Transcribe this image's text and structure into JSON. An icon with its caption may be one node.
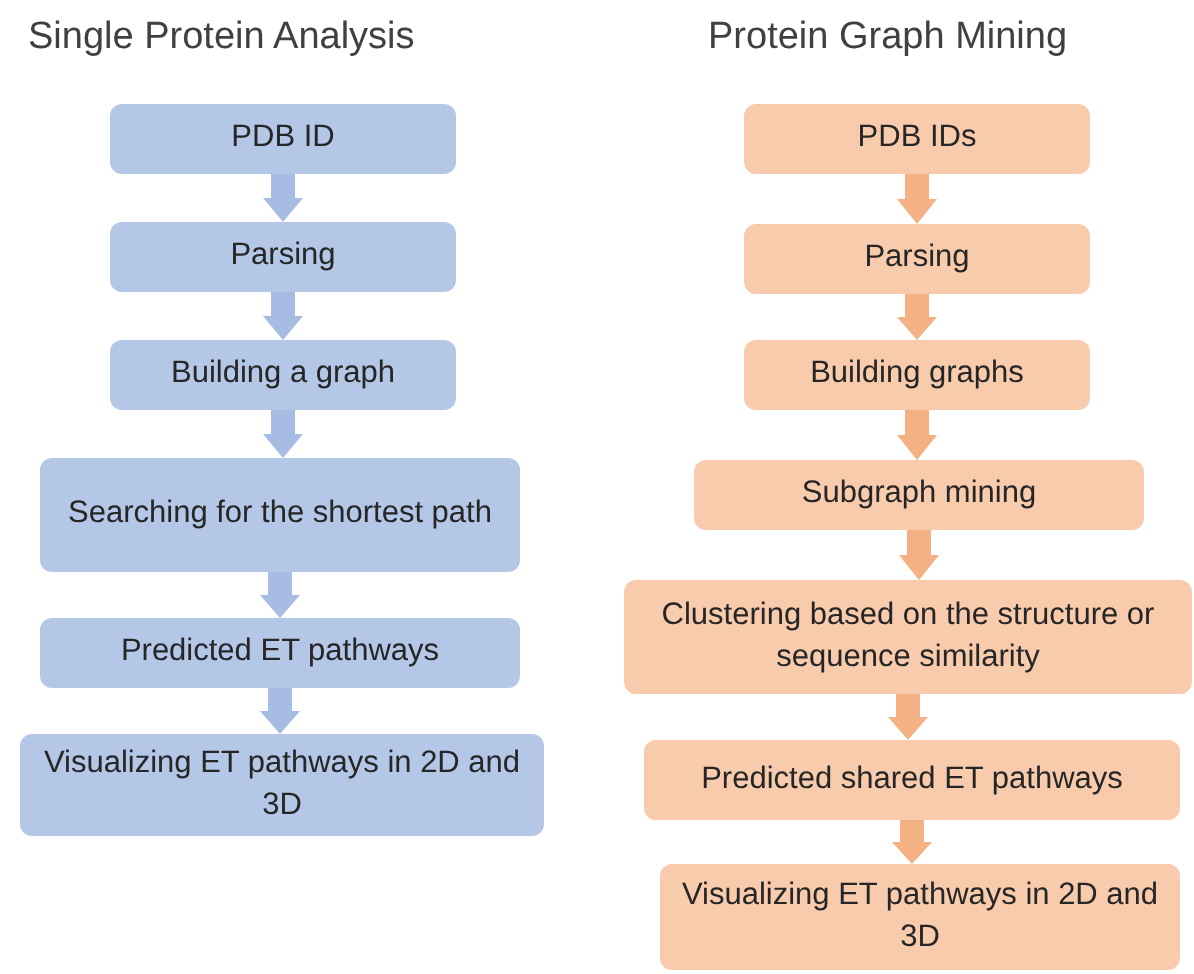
{
  "diagram": {
    "nodes": [
      {
        "text": [
          "PDB ID"
        ]
      },
      {
        "text": [
          "Parsing"
        ]
      },
      {
        "text": [
          "Building a graph"
        ]
      },
      {
        "text": [
          "Searching for the shortest path"
        ]
      },
      {
        "text": [
          "Predicted ET pathways"
        ]
      },
      {
        "text": [
          "Visualizing ET pathways in 2D and 3D"
        ]
      },
      {
        "text": [
          "PDB IDs"
        ]
      },
      {
        "text": [
          "Parsing"
        ]
      },
      {
        "text": [
          "Building graphs"
        ]
      },
      {
        "text": [
          "Subgraph mining"
        ]
      },
      {
        "text": [
          "Clustering based on the structure or sequence similarity"
        ]
      },
      {
        "text": [
          "Predicted shared ET pathways"
        ]
      },
      {
        "text": [
          "Visualizing ET pathways in 2D and 3D"
        ]
      }
    ],
    "edges": [
      {
        "from": 0,
        "to": 1,
        "arrow": "to",
        "color": "#a6bce3"
      },
      {
        "from": 1,
        "to": 2,
        "arrow": "to",
        "color": "#a6bce3"
      },
      {
        "from": 2,
        "to": 3,
        "arrow": "to",
        "color": "#a6bce3"
      },
      {
        "from": 3,
        "to": 4,
        "arrow": "to",
        "color": "#a6bce3"
      },
      {
        "from": 4,
        "to": 5,
        "arrow": "to",
        "color": "#a6bce3"
      },
      {
        "from": 6,
        "to": 7,
        "arrow": "to"
      },
      {
        "from": 7,
        "to": 8,
        "arrow": "to"
      },
      {
        "from": 8,
        "to": 9,
        "arrow": "to"
      },
      {
        "from": 9,
        "to": 10,
        "arrow": "to"
      },
      {
        "from": 10,
        "to": 11,
        "arrow": "to"
      },
      {
        "from": 11,
        "to": 12,
        "arrow": "to"
      }
    ],
    "labels": [
      "Single Protein Analysis",
      "Protein Graph Mining"
    ]
  }
}
